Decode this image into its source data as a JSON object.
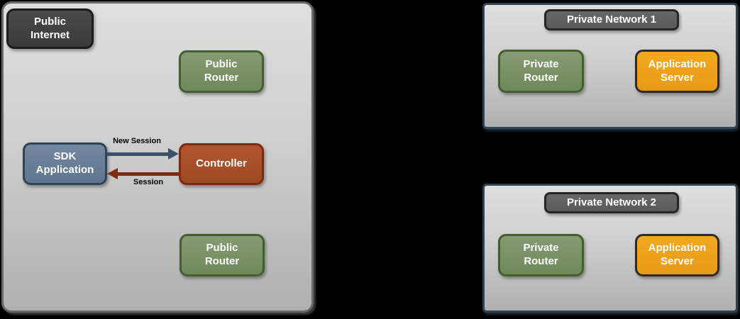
{
  "background": "#000000",
  "zones": {
    "public": {
      "label": "Public\nInternet",
      "nodes": {
        "router_top": {
          "label": "Public\nRouter"
        },
        "sdk": {
          "label": "SDK\nApplication"
        },
        "controller": {
          "label": "Controller"
        },
        "router_bottom": {
          "label": "Public\nRouter"
        }
      },
      "arrows": {
        "new_session": {
          "label": "New Session",
          "color": "#3A5168",
          "from": "SDK Application",
          "to": "Controller"
        },
        "session": {
          "label": "Session",
          "color": "#7E2B12",
          "from": "Controller",
          "to": "SDK Application"
        }
      }
    },
    "network1": {
      "title": "Private Network 1",
      "nodes": {
        "router": {
          "label": "Private\nRouter"
        },
        "server": {
          "label": "Application\nServer"
        }
      }
    },
    "network2": {
      "title": "Private Network 2",
      "nodes": {
        "router": {
          "label": "Private\nRouter"
        },
        "server": {
          "label": "Application\nServer"
        }
      }
    }
  },
  "colors": {
    "zone_fill_top": "#DFDFDF",
    "zone_fill_bottom": "#B0B0B0",
    "zone_border_public": "#696969",
    "zone_border_private": "#2B4355",
    "node_dark_fill": "#414141",
    "node_dark_border": "#1C1C1C",
    "node_green_fill": "#7B9168",
    "node_green_border": "#40602F",
    "node_steel_fill": "#69809A",
    "node_steel_border": "#2E4459",
    "node_rust_fill": "#A94F29",
    "node_rust_border": "#7C2A10",
    "node_orange_fill": "#EFA11D",
    "node_orange_border": "#2B2B2B",
    "title_fill": "#606060",
    "title_border": "#262626",
    "arrow_blue": "#3A5168",
    "arrow_red": "#7E2B12",
    "arrow_label_color": "#000000"
  }
}
